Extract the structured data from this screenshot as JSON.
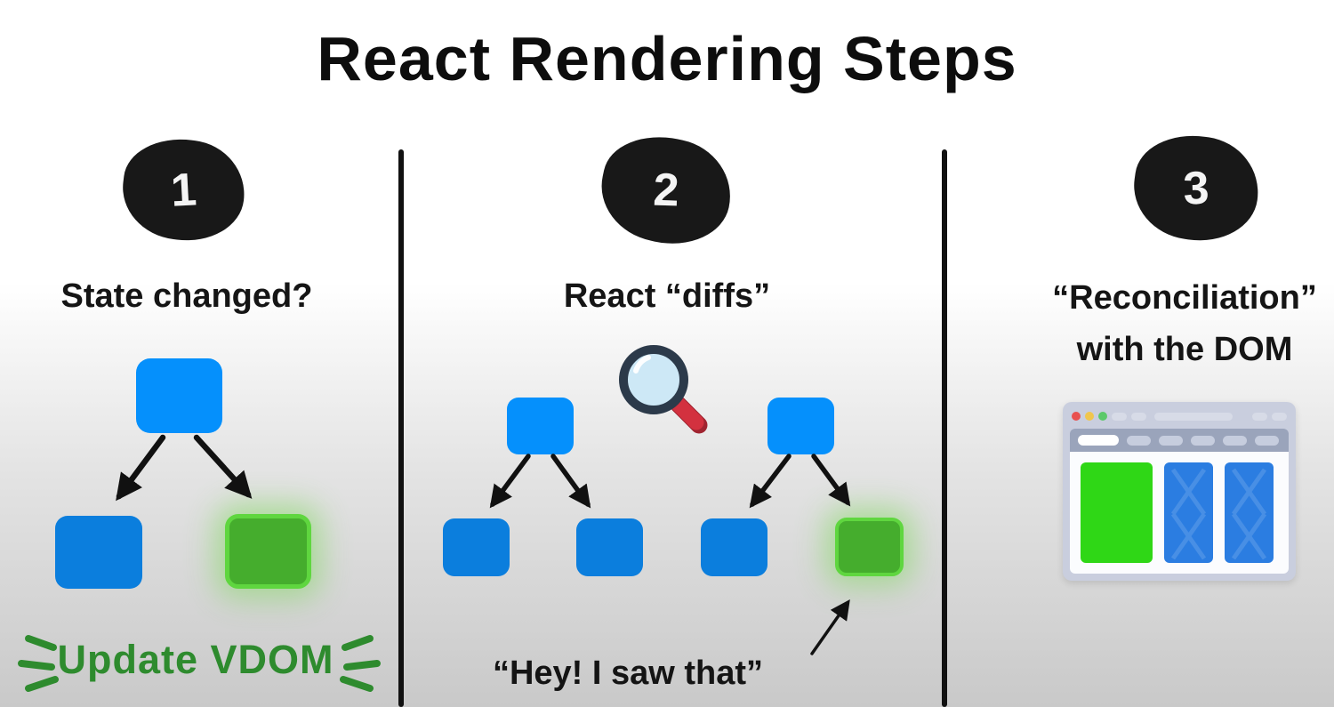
{
  "title": "React Rendering Steps",
  "panels": [
    {
      "number": "1",
      "heading": "State changed?",
      "caption": "Update VDOM"
    },
    {
      "number": "2",
      "heading": "React “diffs”",
      "caption": "“Hey! I saw that”"
    },
    {
      "number": "3",
      "heading_line1": "“Reconciliation”",
      "heading_line2": "with the DOM"
    }
  ],
  "icons": {
    "magnifier": "magnifying-glass",
    "browser": "browser-window-with-dom-blocks"
  },
  "colors": {
    "ink": "#111111",
    "badge": "#181818",
    "node_blue_bright": "#0590fc",
    "node_blue": "#0b7edd",
    "node_green": "#45ad2d",
    "node_green_border": "#5fd63f",
    "vdom_green": "#2e8b2e",
    "magnifier_rim": "#2c3a4a",
    "magnifier_lens": "#cde8f6",
    "magnifier_handle": "#d3313f",
    "browser_frame": "#c9cede",
    "browser_toolbar": "#9aa4bb",
    "browser_pill": "#d7dbe7",
    "card_green": "#2fd716",
    "card_blue": "#2b7de1",
    "dot_red": "#e8504f",
    "dot_yellow": "#f0c64e",
    "dot_green": "#5cc96a"
  }
}
